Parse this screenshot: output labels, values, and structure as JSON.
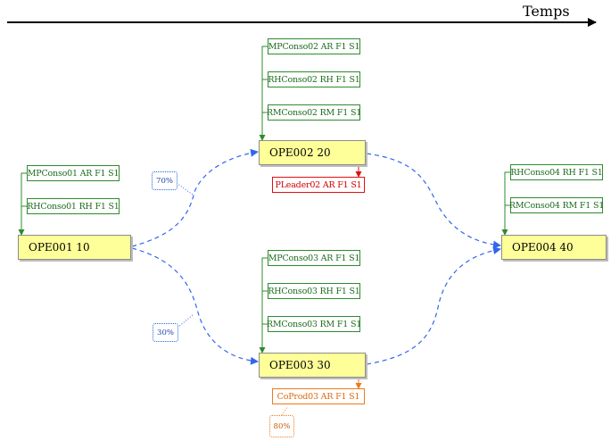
{
  "timeline": {
    "label": "Temps"
  },
  "operations": {
    "ope001": "OPE001 10",
    "ope002": "OPE002 20",
    "ope003": "OPE003 30",
    "ope004": "OPE004 40"
  },
  "resources": {
    "mpconso01": "MPConso01 AR F1 S1",
    "rhconso01": "RHConso01 RH F1 S1",
    "mpconso02": "MPConso02 AR F1 S1",
    "rhconso02": "RHConso02 RH F1 S1",
    "rmconso02": "RMConso02 RM F1 S1",
    "pleader02": "PLeader02 AR F1 S1",
    "mpconso03": "MPConso03 AR F1 S1",
    "rhconso03": "RHConso03 RH F1 S1",
    "rmconso03": "RMConso03 RM F1 S1",
    "coprod03": "CoProd03 AR F1 S1",
    "rhconso04": "RHConso04 RH F1 S1",
    "rmconso04": "RMConso04 RM F1 S1"
  },
  "percentages": {
    "branch_to_ope002": "70%",
    "branch_to_ope003": "30%",
    "coprod_ratio": "80%"
  },
  "colors": {
    "flow": "#3366ee",
    "consumption": "#2e8b2e",
    "leader": "#e01010",
    "coproduct": "#ee7a1a",
    "operation_fill": "#ffff99"
  }
}
